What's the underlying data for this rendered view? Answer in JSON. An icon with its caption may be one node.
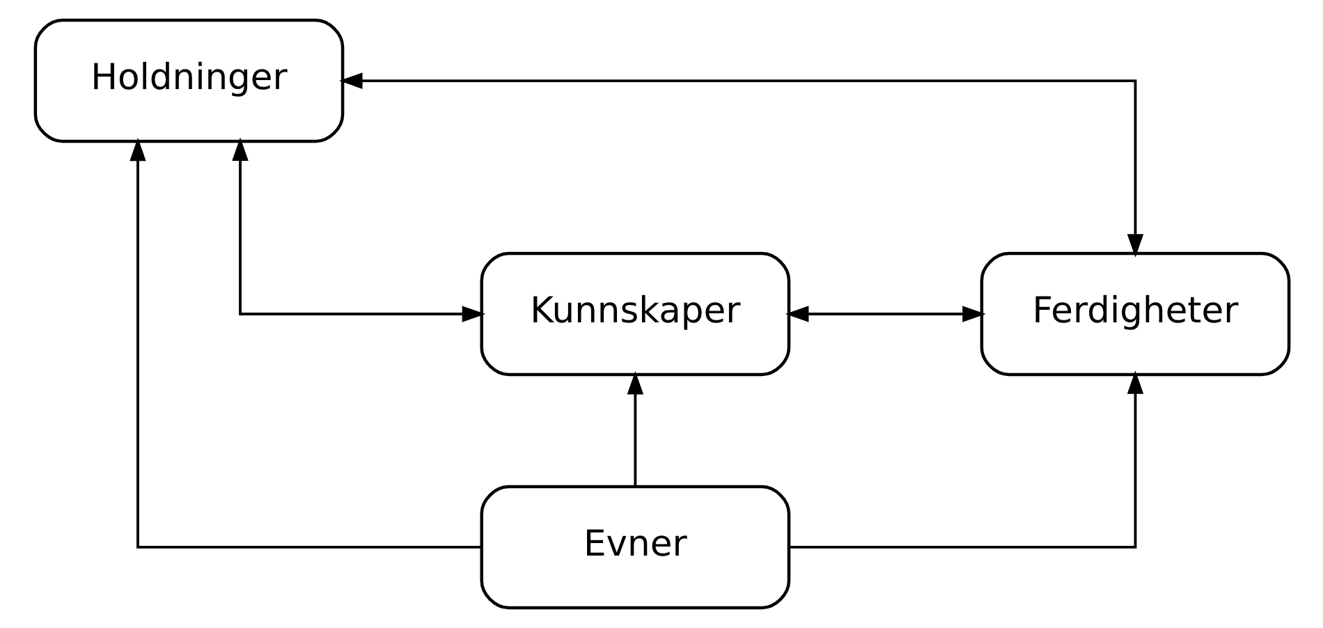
{
  "diagram": {
    "nodes": [
      {
        "text": [
          "Holdninger"
        ]
      },
      {
        "text": [
          "Kunnskaper"
        ]
      },
      {
        "text": [
          "Ferdigheter"
        ]
      },
      {
        "text": [
          "Evner"
        ]
      }
    ],
    "edges": [
      {
        "from": 0,
        "to": 1,
        "arrow": "both"
      },
      {
        "from": 0,
        "to": 2,
        "arrow": "both"
      },
      {
        "from": 1,
        "to": 2,
        "arrow": "both"
      },
      {
        "from": 3,
        "to": 1,
        "arrow": "to"
      },
      {
        "from": 3,
        "to": 0,
        "arrow": "to"
      },
      {
        "from": 3,
        "to": 2,
        "arrow": "to"
      }
    ]
  }
}
